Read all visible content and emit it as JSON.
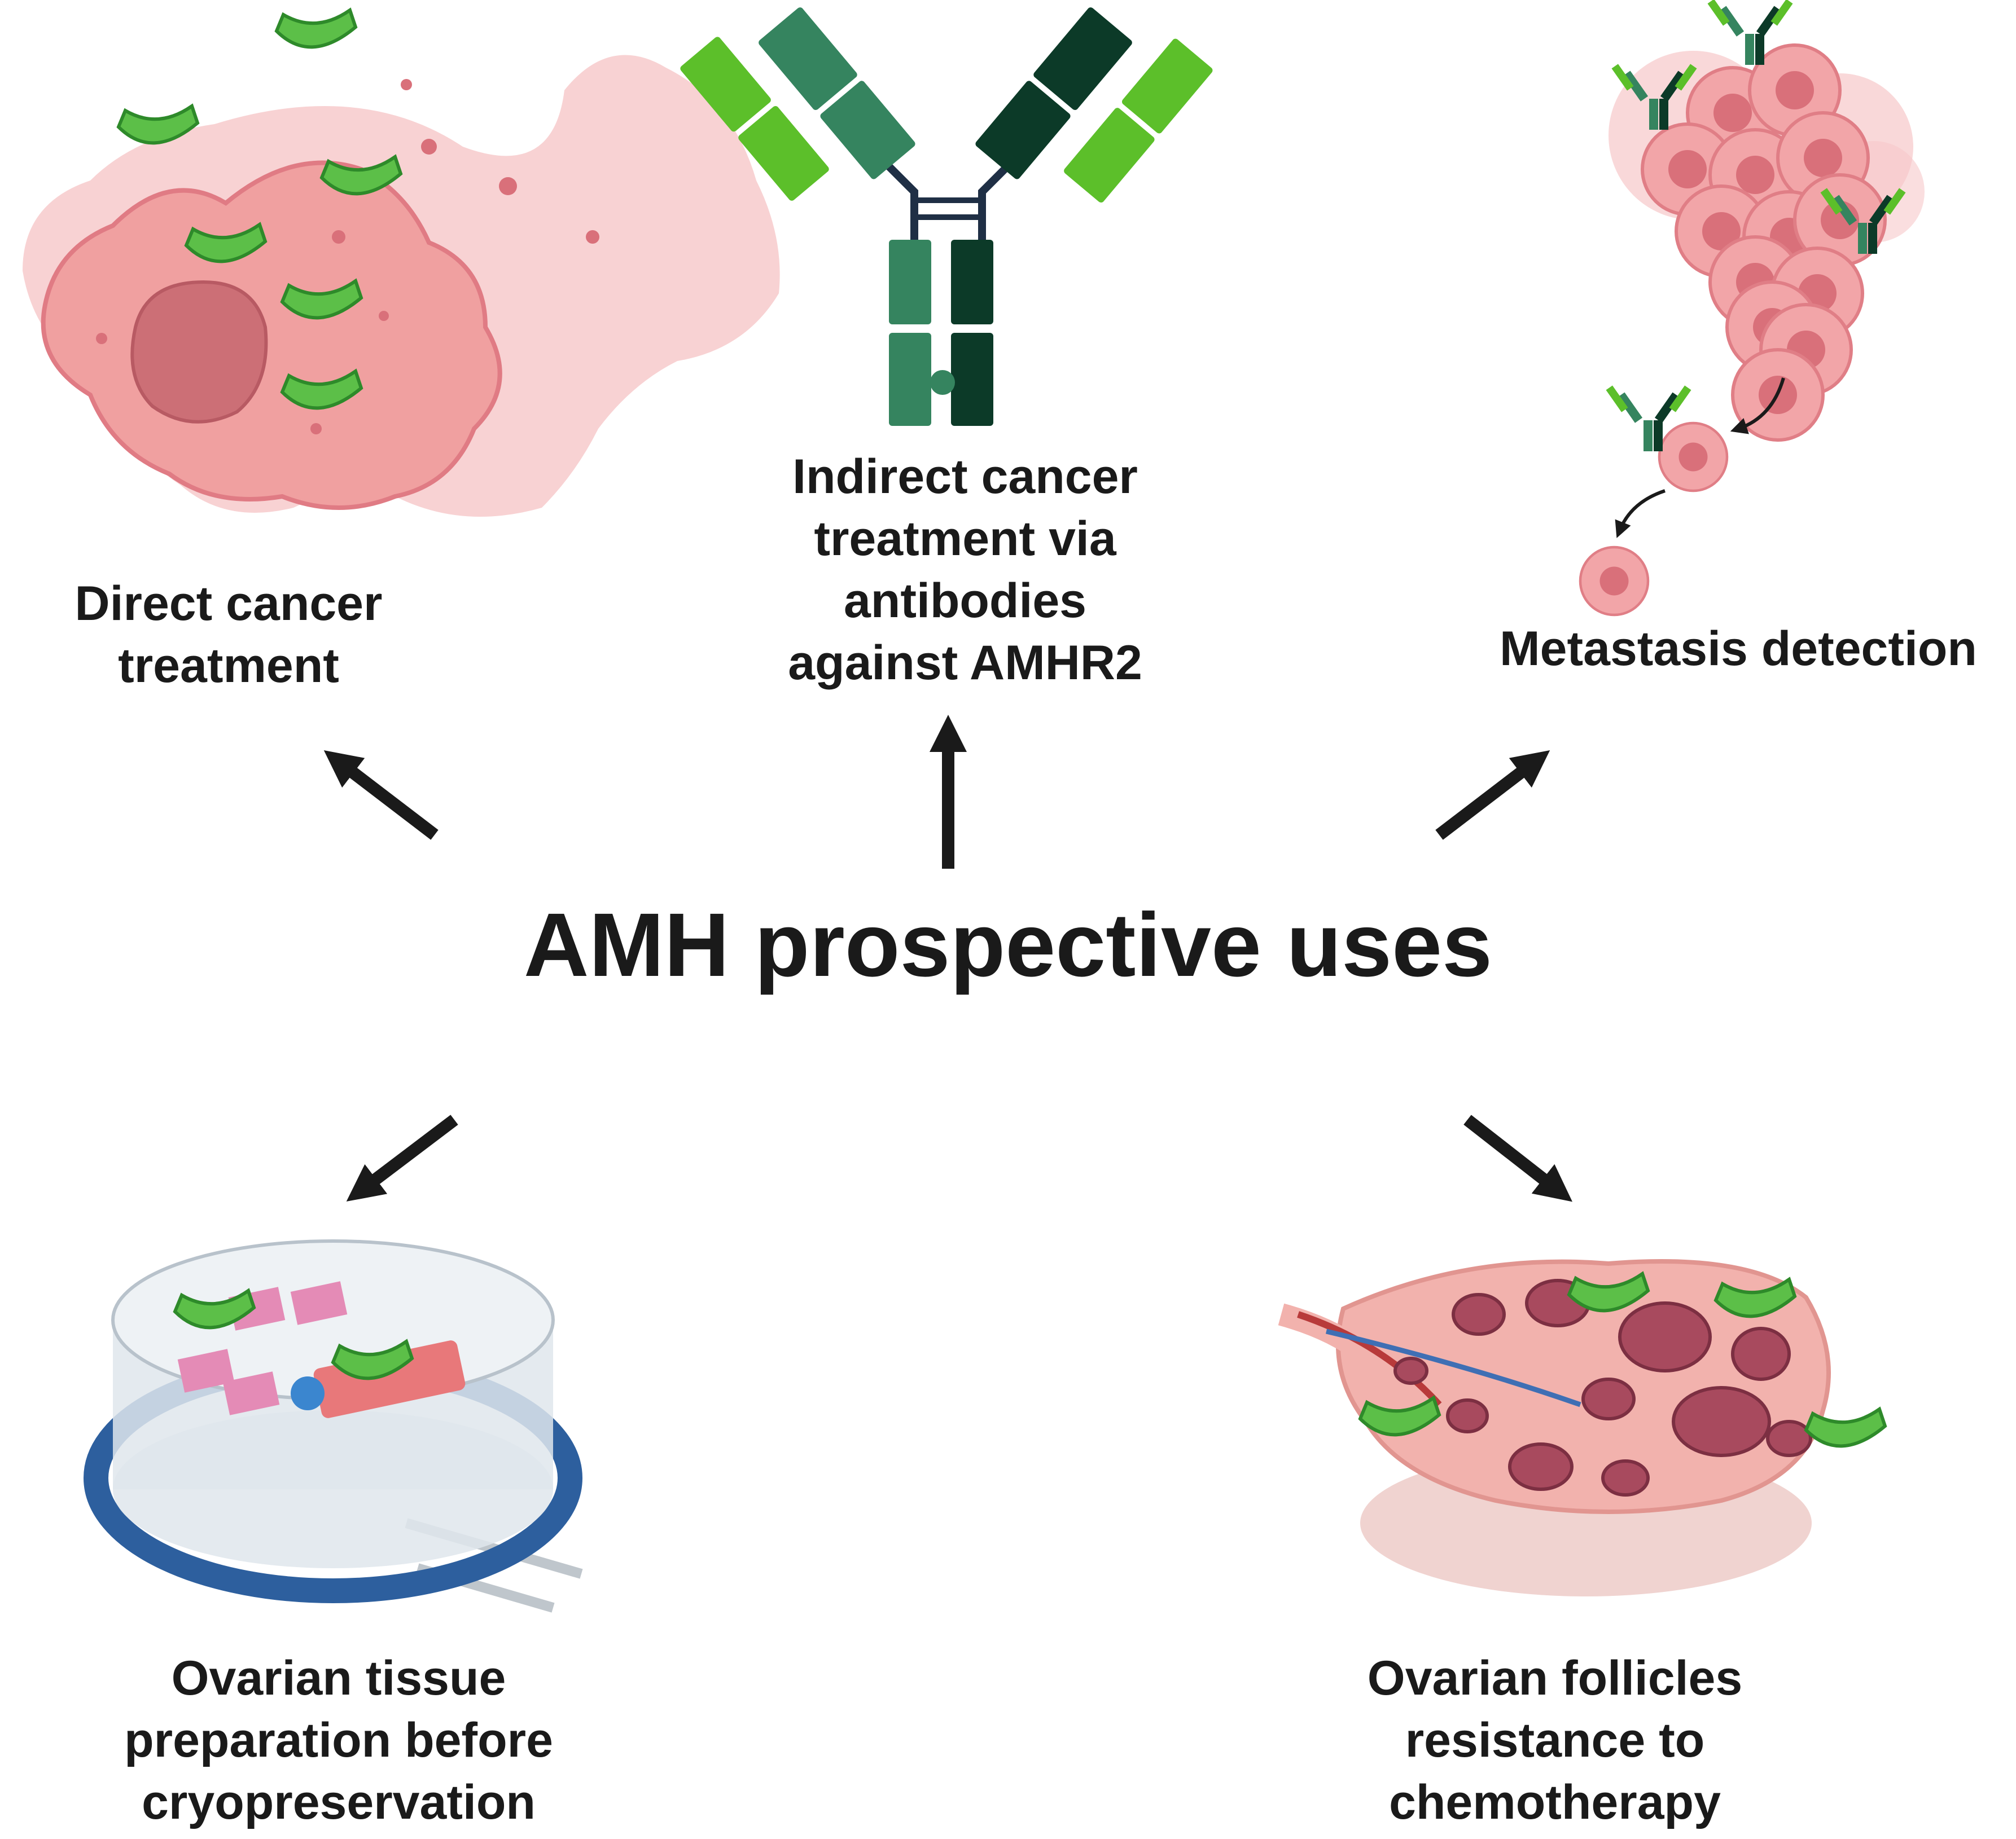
{
  "center_title": "AMH prospective uses",
  "panels": {
    "direct": {
      "lines": [
        "Direct cancer",
        "treatment"
      ]
    },
    "indirect": {
      "lines": [
        "Indirect cancer",
        "treatment via",
        "antibodies",
        "against AMHR2"
      ]
    },
    "metastasis": {
      "lines": [
        "Metastasis detection"
      ]
    },
    "tissue": {
      "lines": [
        "Ovarian tissue",
        "preparation before",
        "cryopreservation"
      ]
    },
    "follicles": {
      "lines": [
        "Ovarian follicles",
        "resistance to",
        "chemotherapy"
      ]
    }
  },
  "colors": {
    "amh_protein": "#5cbf48",
    "cancer_cell": "#f0a0a0",
    "antibody_light": "#5cbf2a",
    "antibody_dark": "#0c3a28",
    "antibody_mid": "#35845f",
    "dish_ring": "#2d5f9e",
    "ovary_follicle": "#a84a5e",
    "arrow": "#1a1a1a"
  },
  "icons": [
    "amh-protein-icon",
    "cancer-cell-icon",
    "antibody-icon",
    "cell-cluster-icon",
    "culture-dish-icon",
    "ovary-icon"
  ]
}
